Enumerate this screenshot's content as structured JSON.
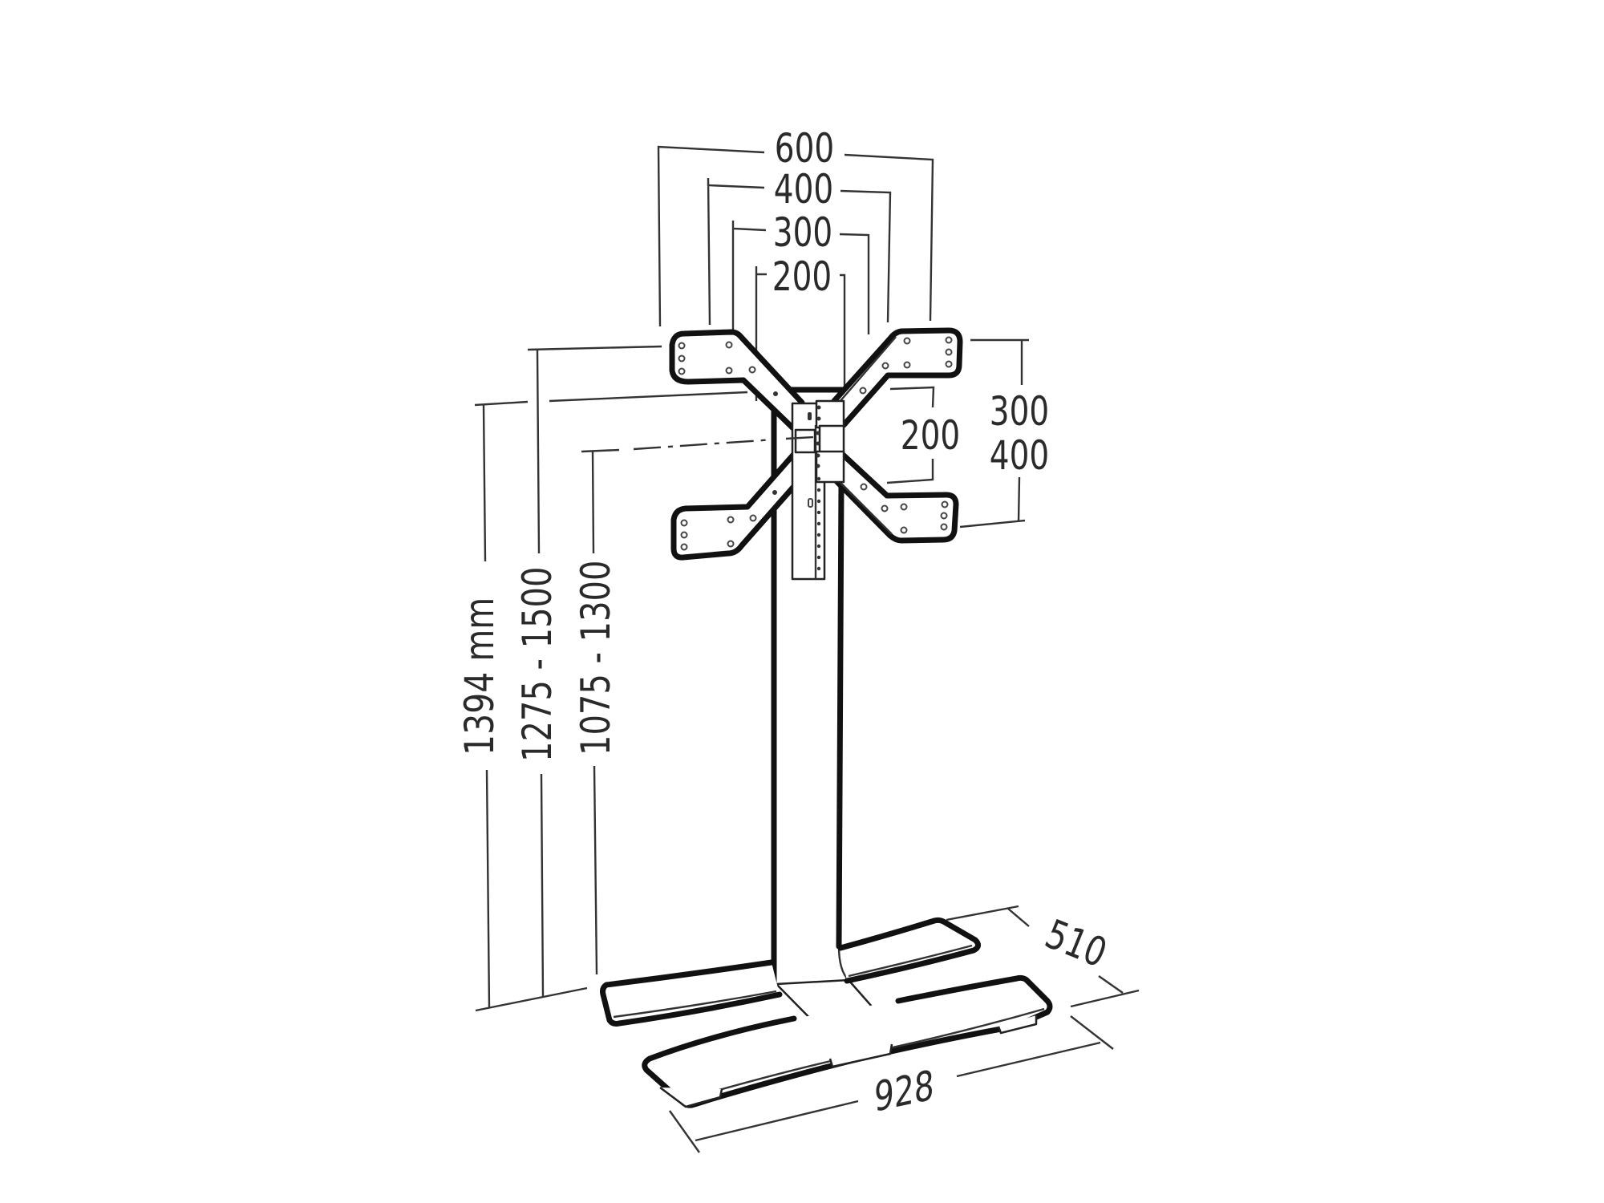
{
  "diagram": {
    "subject": "Floor TV stand with VESA bracket",
    "vesa_horizontal": {
      "labels": [
        "600",
        "400",
        "300",
        "200"
      ]
    },
    "vesa_vertical": {
      "inner_label": "200",
      "outer_labels": [
        "300",
        "400"
      ]
    },
    "heights": {
      "total_label": "1394 mm",
      "range_upper_label": "1275 - 1500",
      "range_lower_label": "1075 - 1300"
    },
    "base": {
      "width_label": "928",
      "depth_label": "510"
    },
    "colors": {
      "line": "#111111",
      "dimension": "#333333",
      "background": "#ffffff"
    }
  }
}
